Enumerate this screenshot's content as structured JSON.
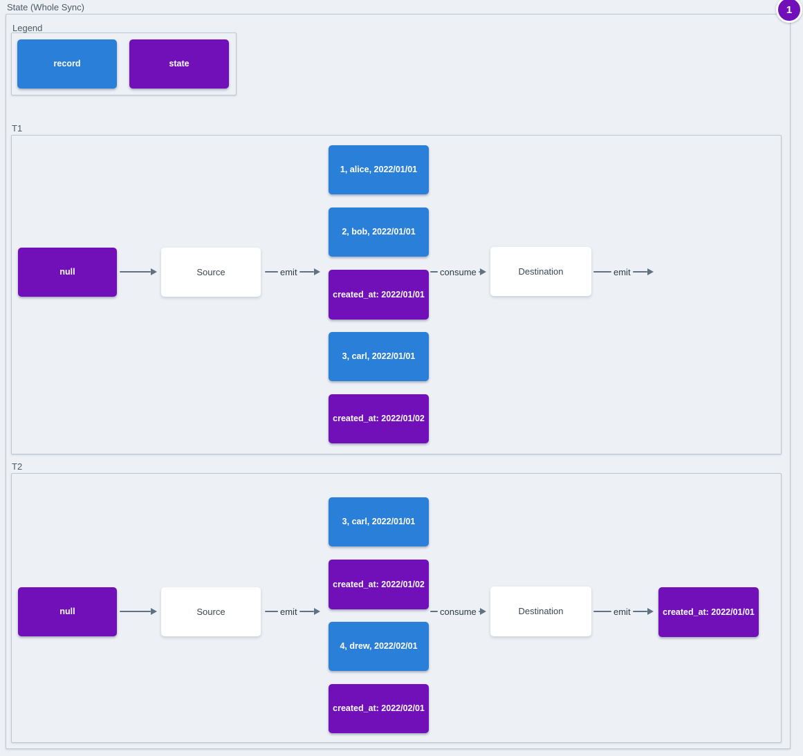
{
  "page": {
    "title": "State (Whole Sync)",
    "badge": "1"
  },
  "colors": {
    "background": "#edf0f5",
    "record": "#2a7fd8",
    "state": "#7110b9",
    "arrow": "#5e7284"
  },
  "legend": {
    "label": "Legend",
    "items": [
      {
        "label": "record",
        "type": "record"
      },
      {
        "label": "state",
        "type": "state"
      }
    ]
  },
  "sections": [
    {
      "label": "T1",
      "state_in": "null",
      "source": "Source",
      "emit_label": "emit",
      "consume_label": "consume",
      "destination": "Destination",
      "emit_out_label": "emit",
      "stack": [
        {
          "text": "1, alice, 2022/01/01",
          "type": "record"
        },
        {
          "text": "2, bob, 2022/01/01",
          "type": "record"
        },
        {
          "text": "created_at: 2022/01/01",
          "type": "state"
        },
        {
          "text": "3, carl, 2022/01/01",
          "type": "record"
        },
        {
          "text": "created_at: 2022/01/02",
          "type": "state"
        }
      ]
    },
    {
      "label": "T2",
      "state_in": "null",
      "source": "Source",
      "emit_label": "emit",
      "consume_label": "consume",
      "destination": "Destination",
      "emit_out_label": "emit",
      "stack": [
        {
          "text": "3, carl, 2022/01/01",
          "type": "record"
        },
        {
          "text": "created_at: 2022/01/02",
          "type": "state"
        },
        {
          "text": "4, drew, 2022/02/01",
          "type": "record"
        },
        {
          "text": "created_at: 2022/02/01",
          "type": "state"
        }
      ],
      "state_out": "created_at: 2022/01/01"
    }
  ]
}
